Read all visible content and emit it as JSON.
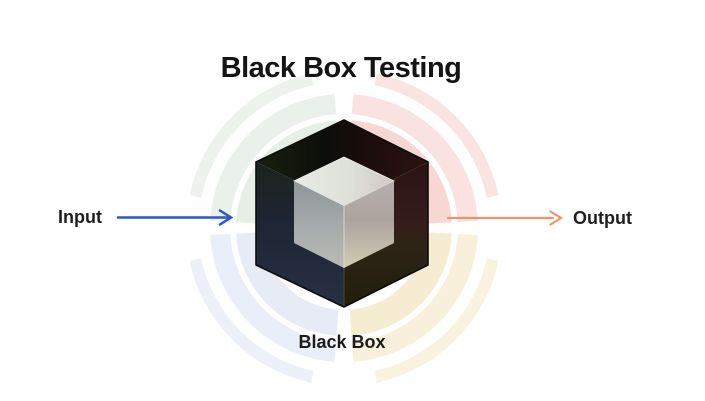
{
  "title": "Black Box Testing",
  "labels": {
    "input": "Input",
    "output": "Output",
    "box": "Black Box"
  },
  "colors": {
    "background": "#ffffff",
    "title_text": "#141414",
    "label_text": "#1f1f1f",
    "input_arrow": "#2e55c9",
    "output_arrow": "#eb9467",
    "outer_cube_dark": "#15150f",
    "inner_cube_light": "#dee1d9",
    "watermark_green": "#e6efe6",
    "watermark_red": "#f7d7d4",
    "watermark_blue": "#e7ebf6",
    "watermark_yellow": "#f6ecd2"
  },
  "icons": {
    "cube": "black-box-cube-icon",
    "input_arrow": "right-arrow-icon",
    "output_arrow": "right-arrow-icon",
    "watermark": "circular-logo-watermark"
  }
}
